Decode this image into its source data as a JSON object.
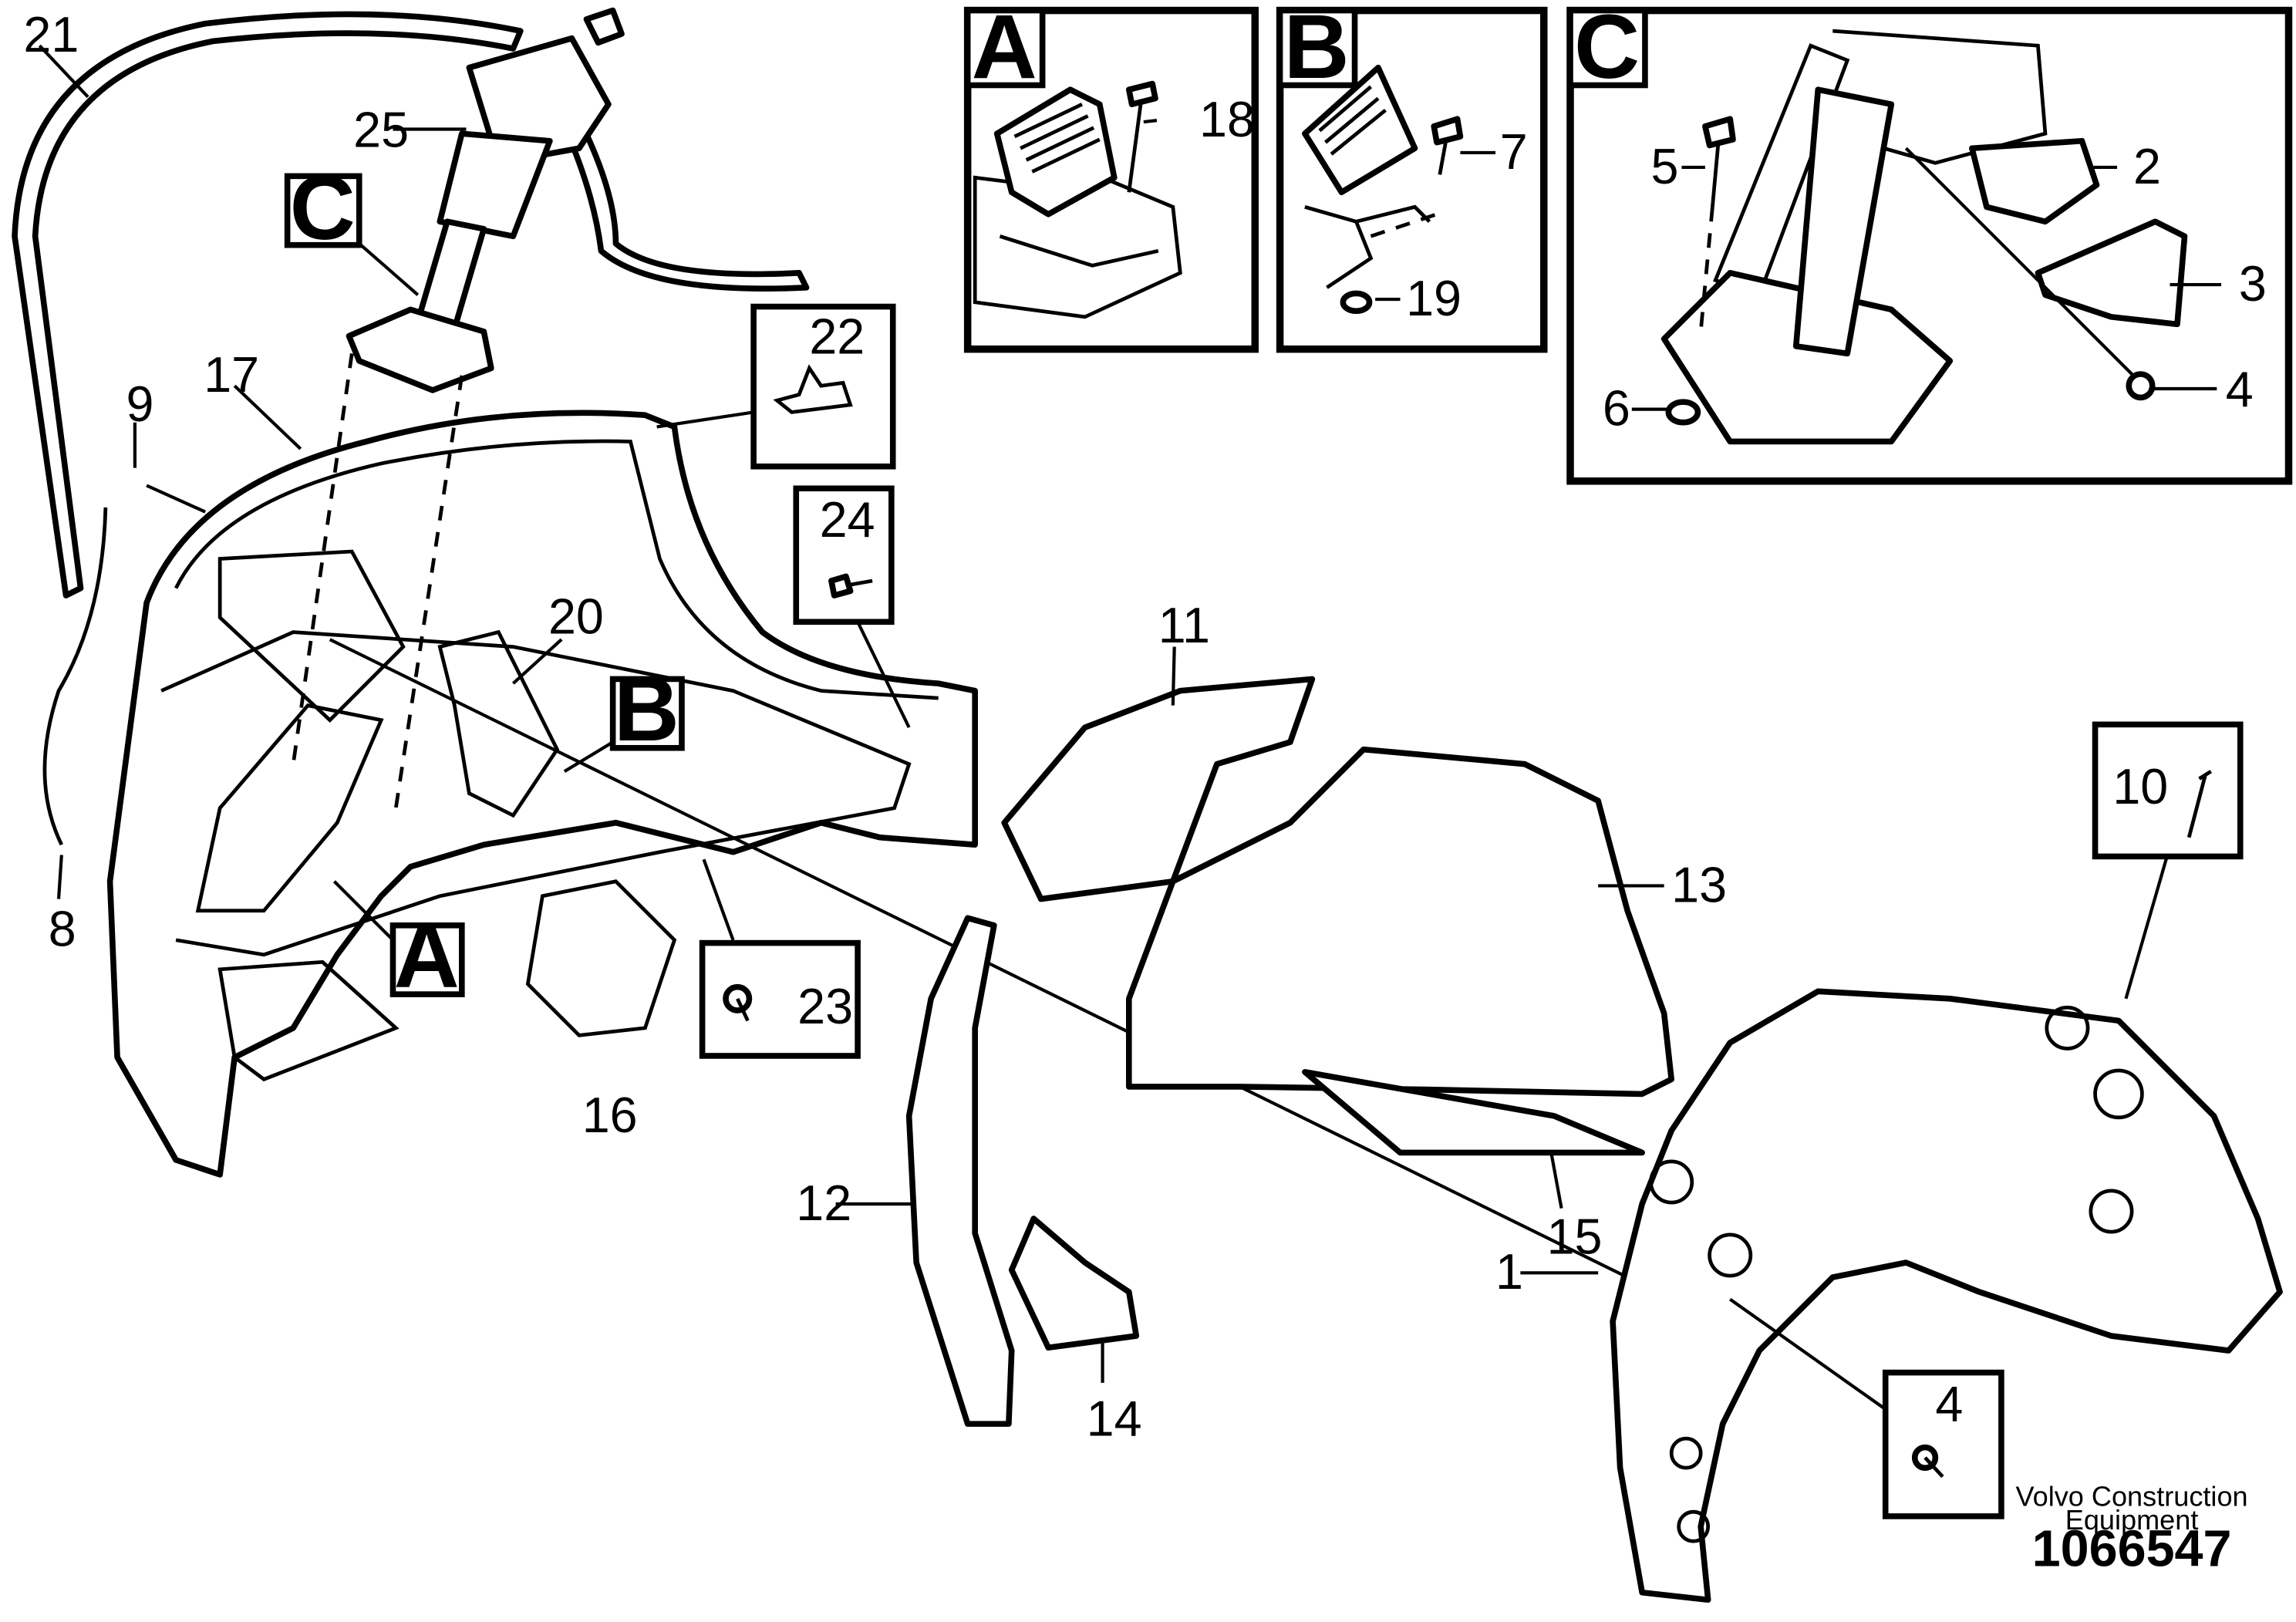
{
  "callouts": [
    {
      "id": "c21",
      "label": "21"
    },
    {
      "id": "c25",
      "label": "25"
    },
    {
      "id": "c17",
      "label": "17"
    },
    {
      "id": "c9",
      "label": "9"
    },
    {
      "id": "c8",
      "label": "8"
    },
    {
      "id": "c20",
      "label": "20"
    },
    {
      "id": "c22",
      "label": "22"
    },
    {
      "id": "c24",
      "label": "24"
    },
    {
      "id": "c16",
      "label": "16"
    },
    {
      "id": "c23",
      "label": "23"
    },
    {
      "id": "c11",
      "label": "11"
    },
    {
      "id": "c13",
      "label": "13"
    },
    {
      "id": "c10",
      "label": "10"
    },
    {
      "id": "c12",
      "label": "12"
    },
    {
      "id": "c14",
      "label": "14"
    },
    {
      "id": "c15",
      "label": "15"
    },
    {
      "id": "c1",
      "label": "1"
    },
    {
      "id": "c4b",
      "label": "4"
    },
    {
      "id": "c18",
      "label": "18"
    },
    {
      "id": "c7",
      "label": "7"
    },
    {
      "id": "c19",
      "label": "19"
    },
    {
      "id": "c5",
      "label": "5"
    },
    {
      "id": "c2",
      "label": "2"
    },
    {
      "id": "c3",
      "label": "3"
    },
    {
      "id": "c4",
      "label": "4"
    },
    {
      "id": "c6",
      "label": "6"
    }
  ],
  "detail_letters": {
    "a": "A",
    "b": "B",
    "c": "C"
  },
  "footer": {
    "maker_line1": "Volvo Construction",
    "maker_line2": "Equipment",
    "doc_number": "1066547"
  }
}
